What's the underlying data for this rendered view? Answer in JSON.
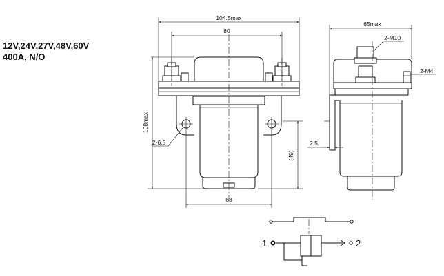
{
  "specs": {
    "voltage": "12V,24V,27V,48V,60V",
    "rating": "400A, N/O"
  },
  "front_view": {
    "overall_width": "104.5max",
    "terminal_spacing": "80",
    "overall_height": "108max",
    "mount_hole": "2-6.5",
    "mount_spacing": "63",
    "body_height": "(49)"
  },
  "side_view": {
    "overall_depth": "65max",
    "main_thread": "2-M10",
    "coil_thread": "2-M4",
    "bracket_thickness": "2.5"
  },
  "schematic": {
    "terminal_1": "1",
    "terminal_2": "2"
  }
}
